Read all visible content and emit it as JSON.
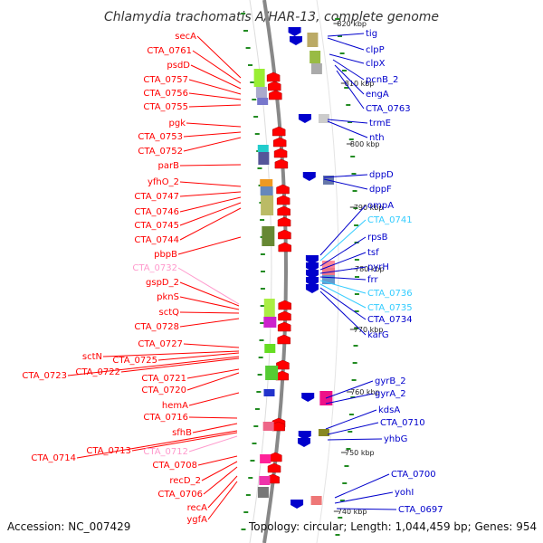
{
  "title": "Chlamydia trachomatis A/HAR-13, complete genome",
  "accession": "Accession: NC_007429",
  "topology": "Topology: circular; Length: 1,044,459 bp; Genes: 954",
  "colors": {
    "strand_plus": "#ff0000",
    "strand_minus": "#0000cc",
    "hypothetical_plus": "#ff99cc",
    "hypothetical_minus": "#33ccff",
    "tick": "#228b22",
    "backbone": "#888888"
  },
  "kbp_ticks": [
    "820 kbp",
    "810 kbp",
    "800 kbp",
    "790 kbp",
    "780 kbp",
    "770 kbp",
    "760 kbp",
    "750 kbp",
    "740 kbp"
  ],
  "left_genes": [
    "secA",
    "CTA_0761",
    "psdD",
    "CTA_0757",
    "CTA_0756",
    "CTA_0755",
    "pgk",
    "CTA_0753",
    "CTA_0752",
    "parB",
    "yfhO_2",
    "CTA_0747",
    "CTA_0746",
    "CTA_0745",
    "CTA_0744",
    "pbpB",
    "CTA_0732",
    "gspD_2",
    "pknS",
    "sctQ",
    "CTA_0728",
    "CTA_0727",
    "sctN",
    "CTA_0725",
    "CTA_0723",
    "CTA_0722",
    "CTA_0721",
    "CTA_0720",
    "hemA",
    "CTA_0716",
    "sfhB",
    "CTA_0714",
    "CTA_0713",
    "CTA_0712",
    "CTA_0708",
    "recD_2",
    "CTA_0706",
    "recA",
    "ygfA"
  ],
  "right_genes": [
    "tig",
    "clpP",
    "clpX",
    "pcnB_2",
    "engA",
    "CTA_0763",
    "trmE",
    "nth",
    "dppD",
    "dppF",
    "ompA",
    "CTA_0741",
    "rpsB",
    "tsf",
    "pyrH",
    "frr",
    "CTA_0736",
    "CTA_0735",
    "CTA_0734",
    "karG",
    "gyrB_2",
    "gyrA_2",
    "kdsA",
    "CTA_0710",
    "yhbG",
    "CTA_0700",
    "yohI",
    "CTA_0697"
  ]
}
